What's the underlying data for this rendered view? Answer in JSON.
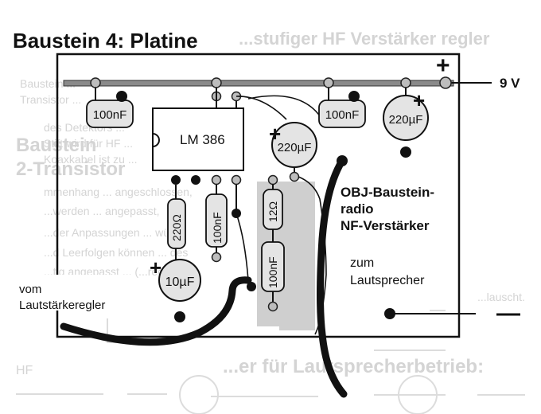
{
  "title": "Baustein 4: Platine",
  "supply_label": "9 V",
  "plus_sign": "+",
  "minus_sign": "—",
  "components": {
    "c_100nf_left": "100nF",
    "c_100nf_right": "100nF",
    "c_220uf_top": "220µF",
    "c_220uf_mid": "220µF",
    "c_10uf": "10µF",
    "ic": "LM 386",
    "r_220": "220Ω",
    "r_100nf_a": "100nF",
    "r_12": "12Ω",
    "r_100nf_b": "100nF"
  },
  "labels": {
    "module_title": [
      "OBJ-Baustein-",
      "radio",
      "NF-Verstärker"
    ],
    "speaker": [
      "zum",
      "Lautsprecher"
    ],
    "volume": [
      "vom",
      "Lautstärkeregler"
    ]
  },
  "background_text": {
    "heading_ghost": "...stufiger HF Verstärker regler",
    "subheading_ghost": [
      "Baustein",
      "2-Transistor"
    ],
    "bottom_ghost": "...er für Lautsprecherbetrieb:",
    "body_ghost": [
      "Baustein ...",
      "Transistor ...",
      "des Detektors ...",
      "Stift wird für HF ...",
      "Koaxkabel ist zu ...",
      "mmenhang ... angeschlossen,",
      "...werden ... angepasst,",
      "...der Anpassungen ... würde",
      "...d Leerfolgen können ... des",
      "...tig angepasst ... (...rech),",
      "...lauscht."
    ],
    "hf_ghost": "HF"
  },
  "colors": {
    "ink": "#111111",
    "rail": "#8a8a8a",
    "pad": "#bdbdbd",
    "component_fill": "#e4e4e4",
    "board_shade": "#cfcfcf",
    "ghost": "#d4d4d4"
  }
}
